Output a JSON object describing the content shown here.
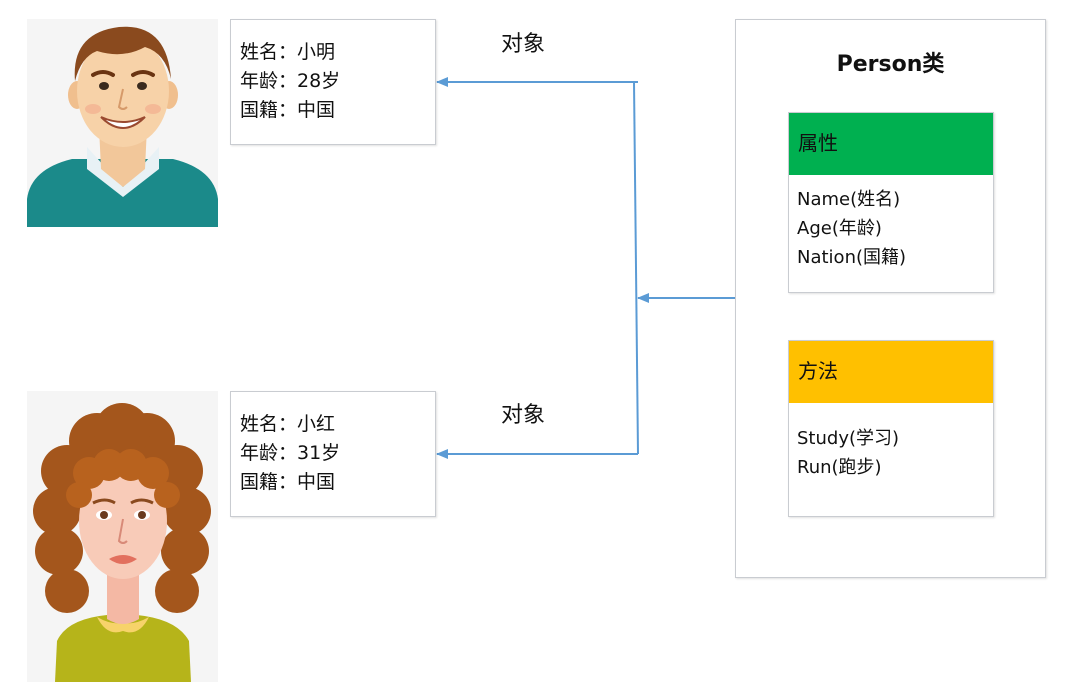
{
  "colors": {
    "connector": "#5b9bd5",
    "attributes_header": "#00b050",
    "methods_header": "#ffc000",
    "box_border": "#c9ccd1",
    "avatar_background": "#f5f5f5"
  },
  "objects": [
    {
      "avatar_icon": "man-avatar-icon",
      "lines": [
        "姓名：小明",
        "年龄：28岁",
        "国籍：中国"
      ],
      "edge_label": "对象"
    },
    {
      "avatar_icon": "woman-avatar-icon",
      "lines": [
        "姓名：小红",
        "年龄：31岁",
        "国籍：中国"
      ],
      "edge_label": "对象"
    }
  ],
  "class": {
    "title": "Person类",
    "attributes": {
      "header": "属性",
      "items": [
        "Name(姓名)",
        "Age(年龄)",
        "Nation(国籍)"
      ]
    },
    "methods": {
      "header": "方法",
      "items": [
        "Study(学习)",
        "Run(跑步)"
      ]
    }
  }
}
